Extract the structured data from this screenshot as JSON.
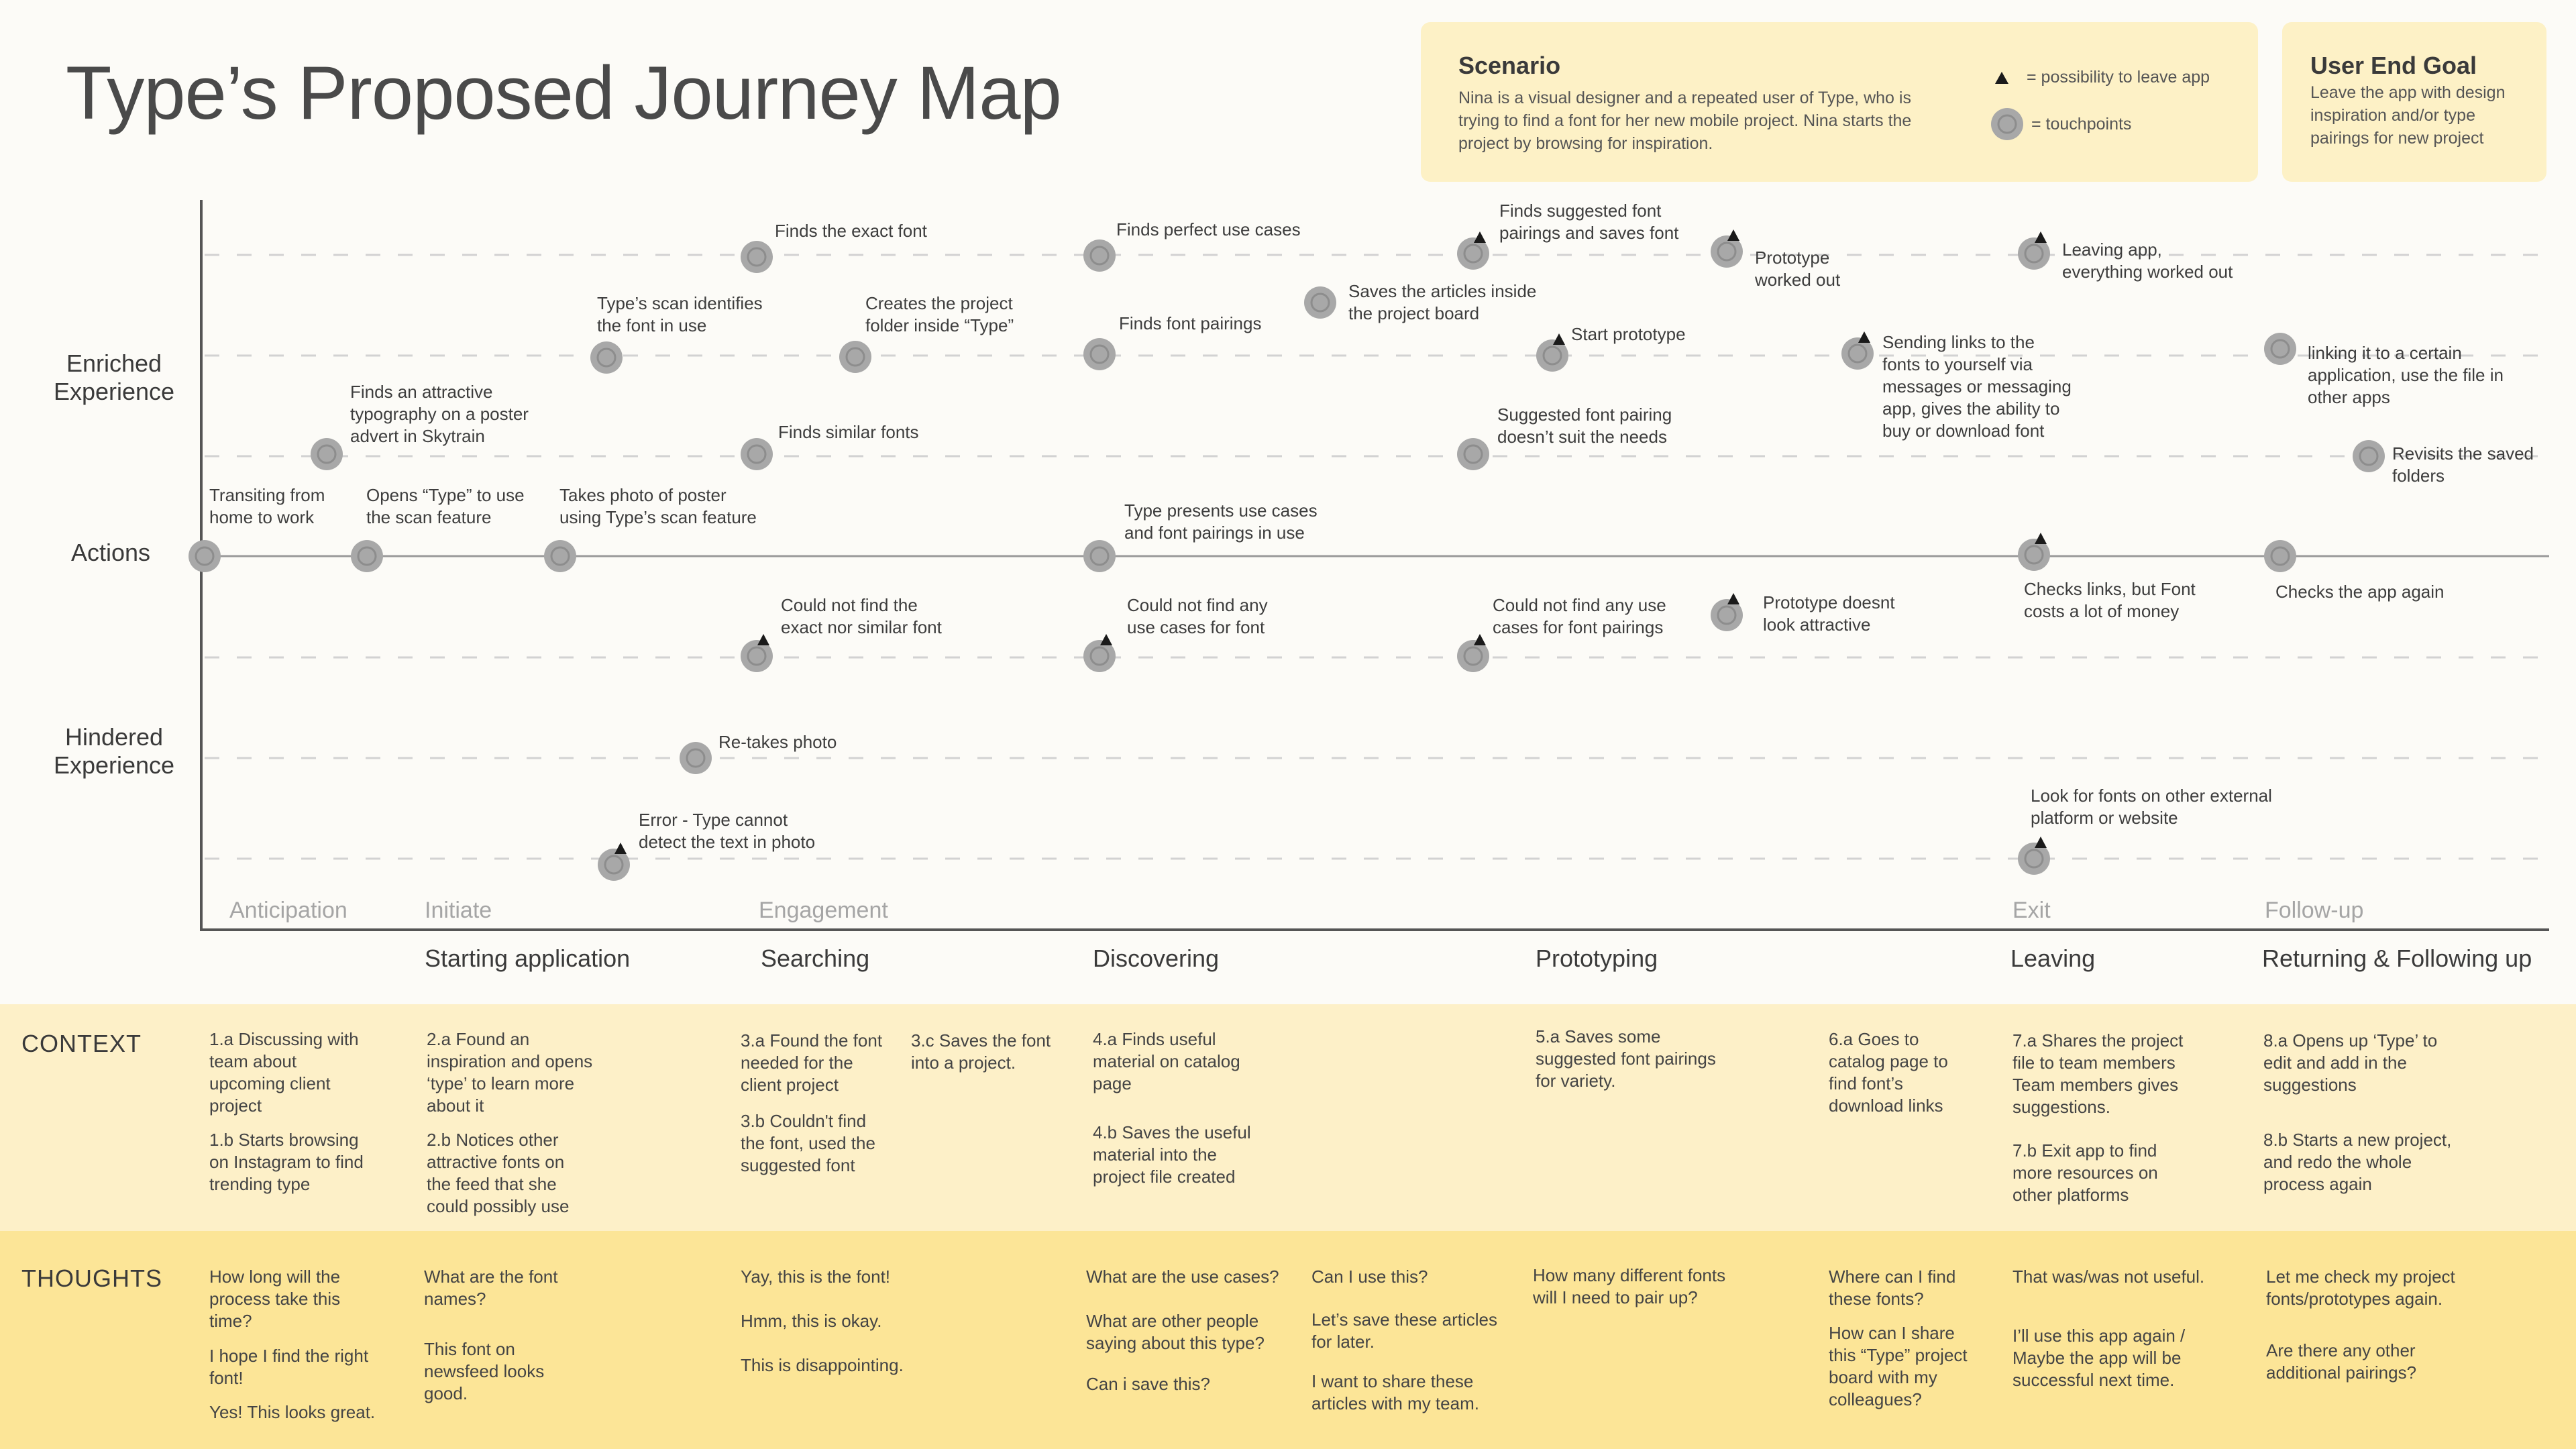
{
  "title": "Type’s Proposed Journey Map",
  "scenario": {
    "heading": "Scenario",
    "text": "Nina is a visual designer and a repeated user of Type, who is trying to find a font for her new mobile project. Nina starts the project by browsing for inspiration."
  },
  "legend": {
    "leave": "=  possibility to leave app",
    "touch": "=  touchpoints"
  },
  "goal": {
    "heading": "User End Goal",
    "text": "Leave the app with design inspiration and/or type pairings for new project"
  },
  "row_labels": {
    "enriched": "Enriched\nExperience",
    "actions": "Actions",
    "hindered": "Hindered\nExperience"
  },
  "stages": {
    "anticipation": "Anticipation",
    "initiate": "Initiate",
    "engagement": "Engagement",
    "exit": "Exit",
    "followup": "Follow-up"
  },
  "phases": {
    "starting": "Starting application",
    "searching": "Searching",
    "discovering": "Discovering",
    "prototyping": "Prototyping",
    "leaving": "Leaving",
    "returning": "Returning & Following up"
  },
  "touchpoints": [
    {
      "id": "tp1",
      "label": "Transiting from\nhome to work",
      "leave": false
    },
    {
      "id": "tp2",
      "label": "Opens “Type” to use\nthe scan feature",
      "leave": false
    },
    {
      "id": "tp3",
      "label": "Takes photo of poster\nusing Type’s scan feature",
      "leave": false
    },
    {
      "id": "tp4",
      "label": "Finds an attractive\ntypography on a poster\nadvert in Skytrain",
      "leave": false
    },
    {
      "id": "tp5",
      "label": "Type’s scan identifies\nthe font in use",
      "leave": false
    },
    {
      "id": "tp6",
      "label": "Finds the exact font",
      "leave": false
    },
    {
      "id": "tp7",
      "label": "Creates the project\nfolder inside “Type”",
      "leave": false
    },
    {
      "id": "tp8",
      "label": "Finds similar fonts",
      "leave": false
    },
    {
      "id": "tp9",
      "label": "Could not find the\nexact nor similar font",
      "leave": true
    },
    {
      "id": "tp10",
      "label": "Re-takes photo",
      "leave": false
    },
    {
      "id": "tp11",
      "label": "Error - Type cannot\ndetect the text in photo",
      "leave": true
    },
    {
      "id": "tp12",
      "label": "Finds perfect use cases",
      "leave": false
    },
    {
      "id": "tp13",
      "label": "Finds font pairings",
      "leave": false
    },
    {
      "id": "tp14",
      "label": "Type presents use cases\nand font pairings in use",
      "leave": false
    },
    {
      "id": "tp15",
      "label": "Could not find any\nuse cases for font",
      "leave": true
    },
    {
      "id": "tp16",
      "label": "Saves the articles inside\nthe project board",
      "leave": false
    },
    {
      "id": "tp17",
      "label": "Finds suggested font\npairings and saves font",
      "leave": true
    },
    {
      "id": "tp18",
      "label": "Start prototype",
      "leave": true
    },
    {
      "id": "tp19",
      "label": "Suggested font pairing\ndoesn’t suit the needs",
      "leave": false
    },
    {
      "id": "tp20",
      "label": "Could not find any use\ncases for font pairings",
      "leave": true
    },
    {
      "id": "tp21",
      "label": "Prototype\nworked out",
      "leave": true
    },
    {
      "id": "tp22",
      "label": "Prototype doesnt\nlook attractive",
      "leave": true
    },
    {
      "id": "tp23",
      "label": "Sending links to the\nfonts to yourself via\nmessages or messaging\napp, gives the ability to\nbuy or download font",
      "leave": true
    },
    {
      "id": "tp24",
      "label": "Leaving app,\neverything worked out",
      "leave": true
    },
    {
      "id": "tp25",
      "label": "Checks links, but Font\ncosts a lot of money",
      "leave": true
    },
    {
      "id": "tp26",
      "label": "Look for fonts on other external\nplatform or website",
      "leave": true
    },
    {
      "id": "tp27",
      "label": "linking it to a certain\napplication, use the file in\nother apps",
      "leave": false
    },
    {
      "id": "tp28",
      "label": "Revisits the saved\nfolders",
      "leave": false
    },
    {
      "id": "tp29",
      "label": "Checks the app again",
      "leave": false
    }
  ],
  "context": {
    "title": "CONTEXT",
    "cells": [
      "1.a Discussing with\nteam about\nupcoming client\nproject",
      "1.b Starts browsing\non Instagram to find\ntrending type",
      "2.a Found an\ninspiration and opens\n‘type’ to learn more\nabout it",
      "2.b Notices other\nattractive fonts on\nthe feed that she\ncould possibly use",
      "3.a Found the font\nneeded for the\nclient project",
      "3.b Couldn't find\nthe font, used the\nsuggested font",
      "3.c Saves the font\ninto a project.",
      "4.a Finds useful\nmaterial on catalog\npage",
      "4.b Saves the useful\nmaterial into the\nproject file created",
      "5.a Saves some\nsuggested font pairings\nfor variety.",
      "6.a Goes to\ncatalog page to\nfind font’s\ndownload links",
      "7.a Shares the project\nfile to team members\nTeam members gives\nsuggestions.",
      "7.b Exit app to find\nmore resources on\nother platforms",
      "8.a Opens up ‘Type’ to\nedit and add in the\nsuggestions",
      "8.b Starts a new project,\nand redo the whole\nprocess again"
    ]
  },
  "thoughts": {
    "title": "THOUGHTS",
    "cells": [
      "How long will the\nprocess take this\ntime?",
      "I hope I find the right\nfont!",
      "Yes! This looks great.",
      "What are the font\nnames?",
      "This font on\nnewsfeed looks\ngood.",
      "Yay, this is the font!",
      "Hmm, this is okay.",
      "This is disappointing.",
      "What are the use cases?",
      "What are other people\nsaying about this type?",
      "Can i save this?",
      "Can I use this?",
      "Let’s save these articles\nfor later.",
      "I want to share these\narticles with my team.",
      "How many different fonts\nwill I need to pair up?",
      "Where can I find\nthese fonts?",
      "How can I share\nthis “Type” project\nboard with my\ncolleagues?",
      "That was/was not useful.",
      "I’ll use this app again /\nMaybe the app will be\nsuccessful next time.",
      "Let me check my project\nfonts/prototypes again.",
      "Are there any other\nadditional pairings?"
    ]
  },
  "colors": {
    "background": "#fcfbf7",
    "card": "#fdf1c6",
    "context_band": "#fdf0c8",
    "thoughts_band": "#fce597",
    "touchpoint": "#a8a8a8",
    "axis": "#555555"
  }
}
